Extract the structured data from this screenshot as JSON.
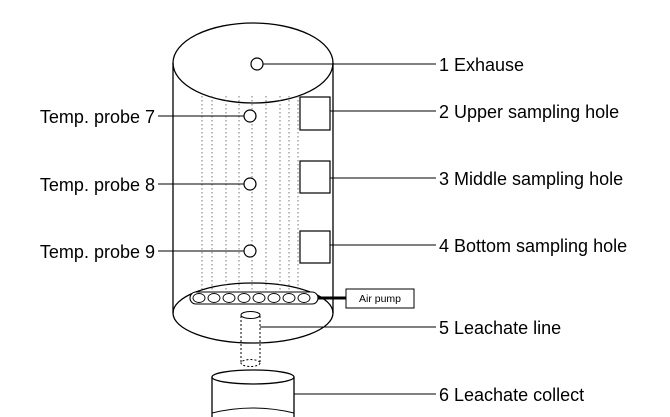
{
  "labels": {
    "exhaust": "1 Exhause",
    "upper_sampling_hole": "2 Upper sampling hole",
    "middle_sampling_hole": "3 Middle sampling hole",
    "bottom_sampling_hole": "4 Bottom sampling hole",
    "leachate_line": "5 Leachate line",
    "leachate_collect": "6  Leachate collect",
    "air_pump": "Air pump"
  },
  "probes": {
    "probe_7": "Temp. probe 7",
    "probe_8": "Temp. probe 8",
    "probe_9": "Temp. probe 9"
  },
  "colors": {
    "stroke": "#000000",
    "dotted": "#555555",
    "background": "#ffffff"
  }
}
